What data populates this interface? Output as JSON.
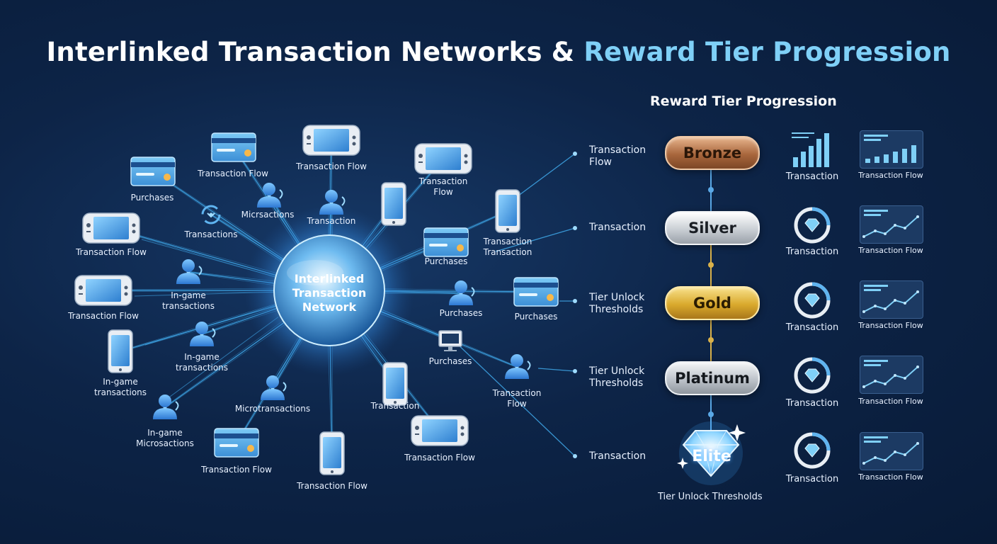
{
  "title": {
    "main": "Interlinked Transaction Networks & ",
    "highlight": "Reward Tier Progression"
  },
  "subtitle": "Reward Tier Progression",
  "center": {
    "label": "Interlinked\nTransaction\nNetwork"
  },
  "nodes": [
    {
      "label": "Purchases",
      "icon": "credit-card-icon"
    },
    {
      "label": "Transaction Flow",
      "icon": "credit-card-icon"
    },
    {
      "label": "Transaction Flow",
      "icon": "game-console-icon"
    },
    {
      "label": "Transaction\nFlow",
      "icon": "game-console-icon"
    },
    {
      "label": "Micrsactions",
      "icon": "user-icon"
    },
    {
      "label": "Transactions",
      "icon": "sync-icon"
    },
    {
      "label": "Transaction",
      "icon": "user-icon"
    },
    {
      "label": "Transaction Flow",
      "icon": "game-console-icon"
    },
    {
      "label": "In-game\ntransactions",
      "icon": "user-icon"
    },
    {
      "label": "Transaction Flow",
      "icon": "game-console-icon"
    },
    {
      "label": "In-game\ntransactions",
      "icon": "user-icon"
    },
    {
      "label": "In-game\ntransactions",
      "icon": "smartphone-icon"
    },
    {
      "label": "In-game\nMicrosactions",
      "icon": "user-icon"
    },
    {
      "label": "Microtransactions",
      "icon": "user-icon"
    },
    {
      "label": "Transaction Flow",
      "icon": "credit-card-icon"
    },
    {
      "label": "Transaction Flow",
      "icon": "smartphone-icon"
    },
    {
      "label": "Transaction",
      "icon": "smartphone-icon"
    },
    {
      "label": "Transaction Flow",
      "icon": "game-console-icon"
    },
    {
      "label": "Purchases",
      "icon": "credit-card-icon"
    },
    {
      "label": "Transaction\nTransaction",
      "icon": "smartphone-icon"
    },
    {
      "label": "Purchases",
      "icon": "user-icon"
    },
    {
      "label": "Purchases",
      "icon": "credit-card-icon"
    },
    {
      "label": "Purchases",
      "icon": "monitor-icon"
    },
    {
      "label": "Transaction\nFlow",
      "icon": "user-icon"
    },
    {
      "label": "",
      "icon": "smartphone-icon"
    }
  ],
  "right_labels": [
    "Transaction\nFlow",
    "Transaction",
    "Tier Unlock\nThresholds",
    "Tier Unlock\nThresholds",
    "Transaction"
  ],
  "tiers": [
    {
      "name": "Bronze",
      "icon": "bar-chart-icon",
      "icon_label": "Transaction",
      "panel_label": "Transaction Flow",
      "color": "#b87748"
    },
    {
      "name": "Silver",
      "icon": "diamond-ring-icon",
      "icon_label": "Transaction",
      "panel_label": "Transaction Flow",
      "color": "#c9ced4"
    },
    {
      "name": "Gold",
      "icon": "diamond-ring-icon",
      "icon_label": "Transaction",
      "panel_label": "Transaction Flow",
      "color": "#d9a92c"
    },
    {
      "name": "Platinum",
      "icon": "diamond-ring-icon",
      "icon_label": "Transaction",
      "panel_label": "Transaction Flow",
      "color": "#bdc3ca"
    },
    {
      "name": "Elite",
      "icon": "diamond-ring-icon",
      "icon_label": "Transaction",
      "panel_label": "Transaction Flow",
      "color": "#7fd0f7"
    }
  ],
  "elite_caption": "Tier Unlock Thresholds",
  "colors": {
    "accent": "#7fd0f7",
    "line": "#3fa7e8",
    "background": "#0d2447"
  }
}
